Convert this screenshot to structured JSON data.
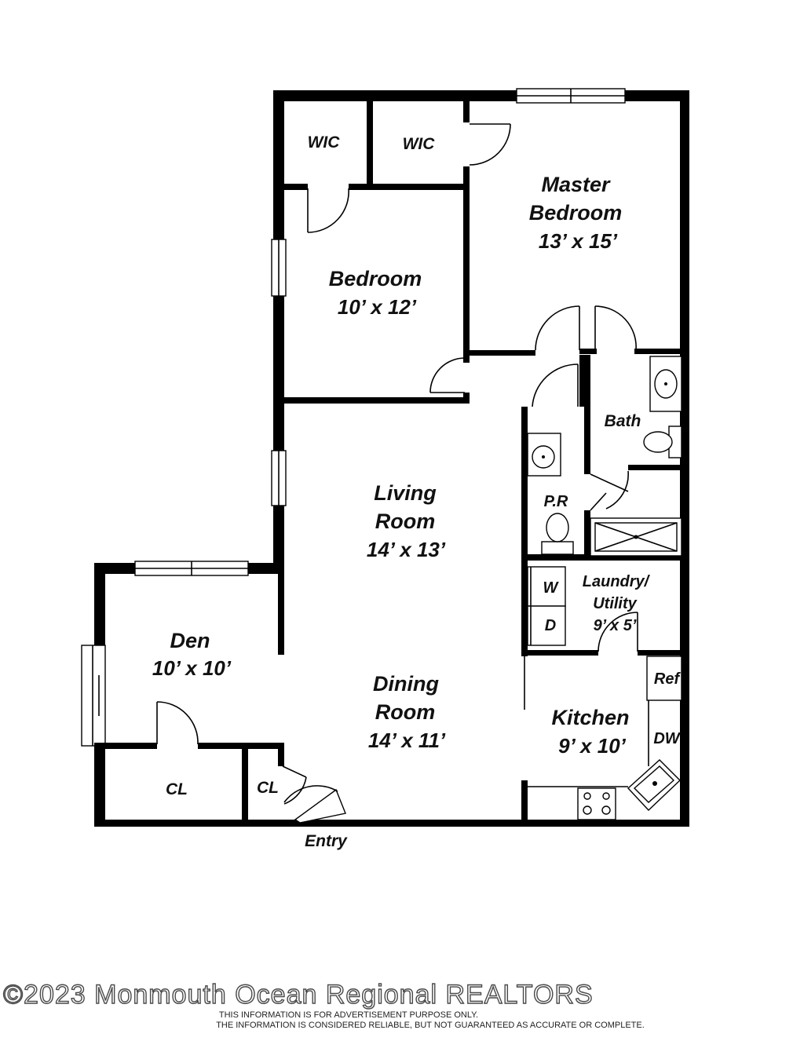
{
  "rooms": {
    "wic_left": {
      "name": "WIC"
    },
    "wic_right": {
      "name": "WIC"
    },
    "master_bedroom": {
      "name_line1": "Master",
      "name_line2": "Bedroom",
      "dimensions": "13’ x 15’"
    },
    "bedroom": {
      "name": "Bedroom",
      "dimensions": "10’ x 12’"
    },
    "bath": {
      "name": "Bath"
    },
    "powder_room": {
      "name": "P.R"
    },
    "living_room": {
      "name_line1": "Living",
      "name_line2": "Room",
      "dimensions": "14’ x 13’"
    },
    "laundry": {
      "name_line1": "Laundry/",
      "name_line2": "Utility",
      "dimensions": "9’ x 5’"
    },
    "washer": {
      "name": "W"
    },
    "dryer": {
      "name": "D"
    },
    "den": {
      "name": "Den",
      "dimensions": "10’ x 10’"
    },
    "dining_room": {
      "name_line1": "Dining",
      "name_line2": "Room",
      "dimensions": "14’ x 11’"
    },
    "kitchen": {
      "name": "Kitchen",
      "dimensions": "9’ x 10’"
    },
    "refrigerator": {
      "name": "Ref"
    },
    "dishwasher": {
      "name": "DW"
    },
    "closet_left": {
      "name": "CL"
    },
    "closet_right": {
      "name": "CL"
    },
    "entry": {
      "name": "Entry"
    }
  },
  "footer": {
    "copyright": "©2023 Monmouth Ocean Regional REALTORS",
    "disclaimer_line1": "THIS INFORMATION IS FOR ADVERTISEMENT PURPOSE ONLY.",
    "disclaimer_line2": "THE INFORMATION IS CONSIDERED RELIABLE, BUT NOT GUARANTEED AS ACCURATE OR COMPLETE."
  }
}
